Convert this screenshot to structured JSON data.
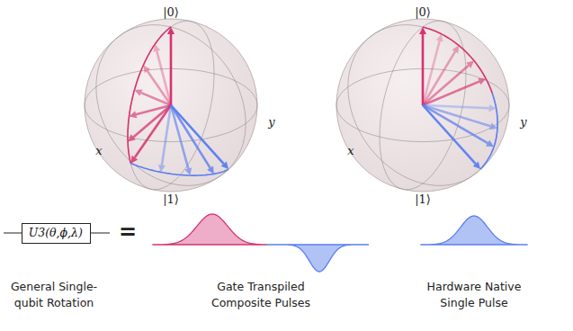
{
  "diagram": {
    "nodes": [
      {
        "text": [
          "U3(θ,ϕ,λ)"
        ]
      }
    ],
    "labels": [
      "|0⟩",
      "|1⟩",
      "x",
      "y",
      "|0⟩",
      "|1⟩",
      "x",
      "y",
      "=",
      "General Single-qubit Rotation",
      "Gate Transpiled Composite Pulses",
      "Hardware Native Single Pulse"
    ]
  }
}
